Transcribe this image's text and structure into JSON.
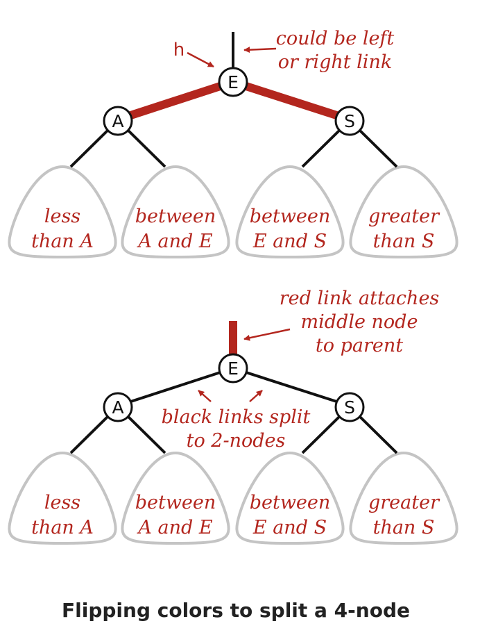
{
  "colors": {
    "red": "#b3261e",
    "black": "#111111",
    "subtree_outline": "#c4c4c4"
  },
  "top": {
    "h_label": "h",
    "link_note": [
      "could be left",
      "or right link"
    ],
    "nodes": {
      "root": "E",
      "left": "A",
      "right": "S"
    },
    "subtrees": [
      [
        "less",
        "than A"
      ],
      [
        "between",
        "A and E"
      ],
      [
        "between",
        "E and S"
      ],
      [
        "greater",
        "than S"
      ]
    ]
  },
  "bottom": {
    "red_link_note": [
      "red link attaches",
      "middle node",
      "to parent"
    ],
    "black_links_note": [
      "black links split",
      "to 2-nodes"
    ],
    "nodes": {
      "root": "E",
      "left": "A",
      "right": "S"
    },
    "subtrees": [
      [
        "less",
        "than A"
      ],
      [
        "between",
        "A and E"
      ],
      [
        "between",
        "E and S"
      ],
      [
        "greater",
        "than S"
      ]
    ]
  },
  "caption": "Flipping colors to split a 4-node"
}
